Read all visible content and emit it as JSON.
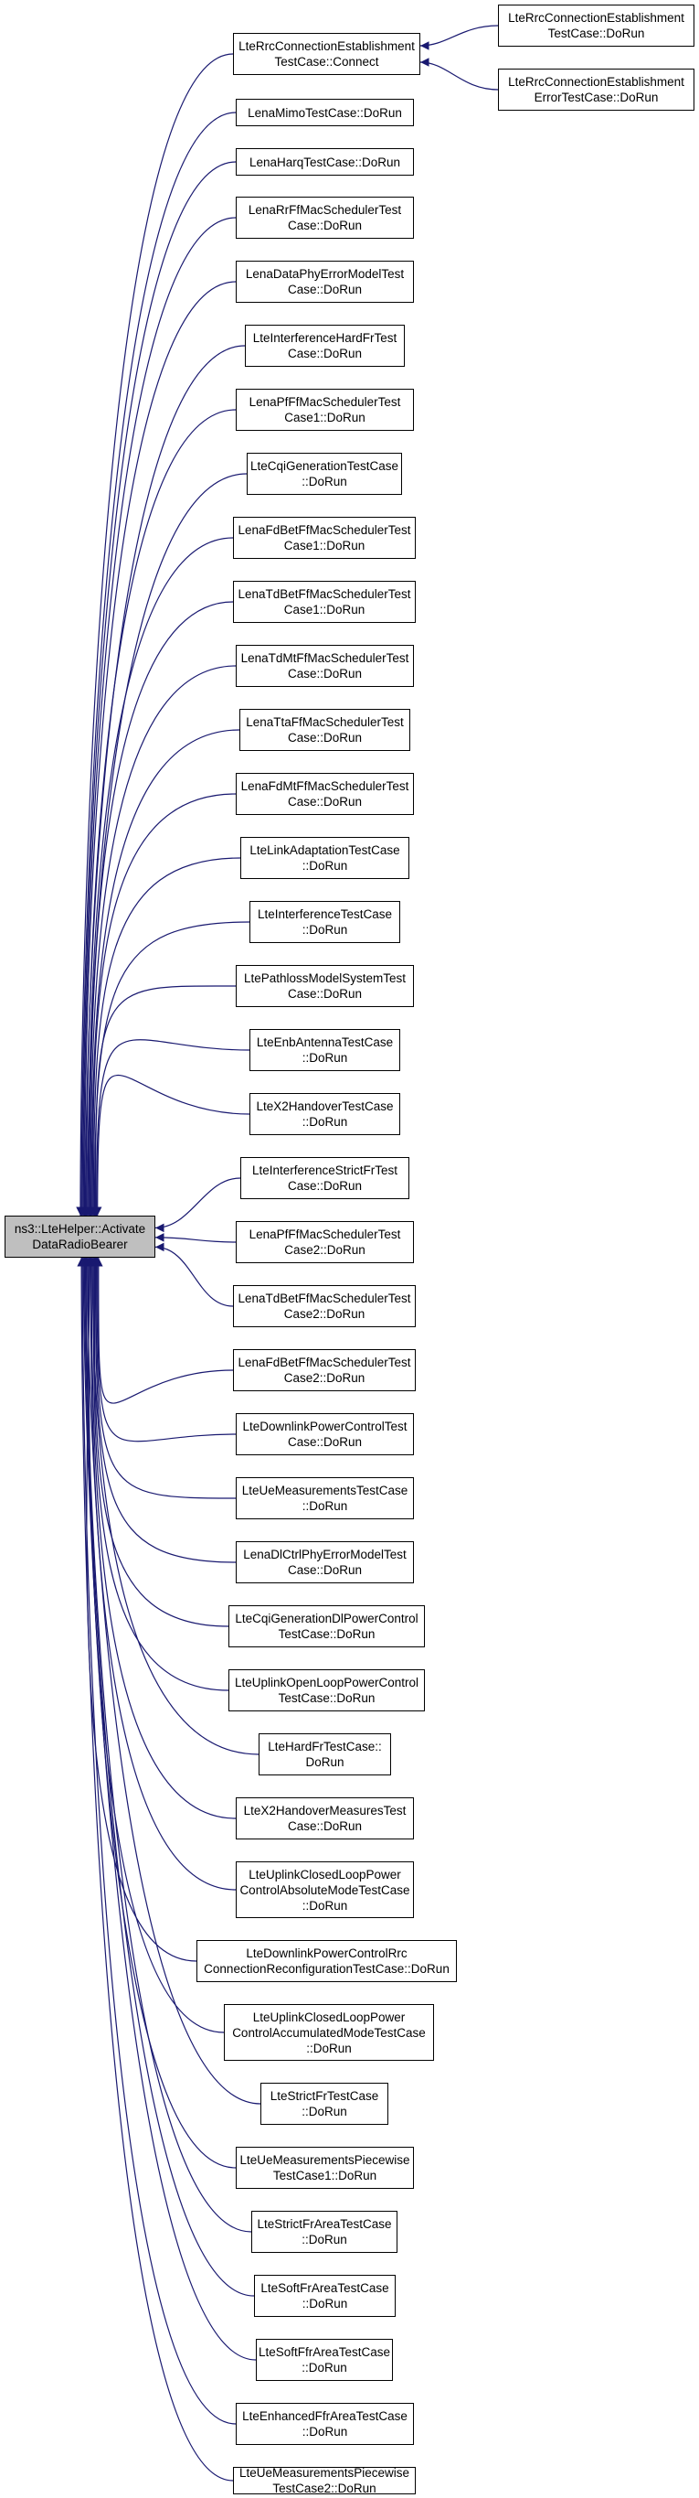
{
  "colors": {
    "edge": "#191970",
    "root_fill": "#bfbfbf",
    "node_fill": "#ffffff",
    "border": "#000000"
  },
  "root": {
    "lines": [
      "ns3::LteHelper::Activate",
      "DataRadioBearer"
    ]
  },
  "callers": [
    {
      "lines": [
        "LteRrcConnectionEstablishment",
        "TestCase::Connect"
      ]
    },
    {
      "lines": [
        "LenaMimoTestCase::DoRun"
      ]
    },
    {
      "lines": [
        "LenaHarqTestCase::DoRun"
      ]
    },
    {
      "lines": [
        "LenaRrFfMacSchedulerTest",
        "Case::DoRun"
      ]
    },
    {
      "lines": [
        "LenaDataPhyErrorModelTest",
        "Case::DoRun"
      ]
    },
    {
      "lines": [
        "LteInterferenceHardFrTest",
        "Case::DoRun"
      ]
    },
    {
      "lines": [
        "LenaPfFfMacSchedulerTest",
        "Case1::DoRun"
      ]
    },
    {
      "lines": [
        "LteCqiGenerationTestCase",
        "::DoRun"
      ]
    },
    {
      "lines": [
        "LenaFdBetFfMacSchedulerTest",
        "Case1::DoRun"
      ]
    },
    {
      "lines": [
        "LenaTdBetFfMacSchedulerTest",
        "Case1::DoRun"
      ]
    },
    {
      "lines": [
        "LenaTdMtFfMacSchedulerTest",
        "Case::DoRun"
      ]
    },
    {
      "lines": [
        "LenaTtaFfMacSchedulerTest",
        "Case::DoRun"
      ]
    },
    {
      "lines": [
        "LenaFdMtFfMacSchedulerTest",
        "Case::DoRun"
      ]
    },
    {
      "lines": [
        "LteLinkAdaptationTestCase",
        "::DoRun"
      ]
    },
    {
      "lines": [
        "LteInterferenceTestCase",
        "::DoRun"
      ]
    },
    {
      "lines": [
        "LtePathlossModelSystemTest",
        "Case::DoRun"
      ]
    },
    {
      "lines": [
        "LteEnbAntennaTestCase",
        "::DoRun"
      ]
    },
    {
      "lines": [
        "LteX2HandoverTestCase",
        "::DoRun"
      ]
    },
    {
      "lines": [
        "LteInterferenceStrictFrTest",
        "Case::DoRun"
      ]
    },
    {
      "lines": [
        "LenaPfFfMacSchedulerTest",
        "Case2::DoRun"
      ]
    },
    {
      "lines": [
        "LenaTdBetFfMacSchedulerTest",
        "Case2::DoRun"
      ]
    },
    {
      "lines": [
        "LenaFdBetFfMacSchedulerTest",
        "Case2::DoRun"
      ]
    },
    {
      "lines": [
        "LteDownlinkPowerControlTest",
        "Case::DoRun"
      ]
    },
    {
      "lines": [
        "LteUeMeasurementsTestCase",
        "::DoRun"
      ]
    },
    {
      "lines": [
        "LenaDlCtrlPhyErrorModelTest",
        "Case::DoRun"
      ]
    },
    {
      "lines": [
        "LteCqiGenerationDlPowerControl",
        "TestCase::DoRun"
      ]
    },
    {
      "lines": [
        "LteUplinkOpenLoopPowerControl",
        "TestCase::DoRun"
      ]
    },
    {
      "lines": [
        "LteHardFrTestCase::",
        "DoRun"
      ]
    },
    {
      "lines": [
        "LteX2HandoverMeasuresTest",
        "Case::DoRun"
      ]
    },
    {
      "lines": [
        "LteUplinkClosedLoopPower",
        "ControlAbsoluteModeTestCase",
        "::DoRun"
      ]
    },
    {
      "lines": [
        "LteDownlinkPowerControlRrc",
        "ConnectionReconfigurationTestCase::DoRun"
      ]
    },
    {
      "lines": [
        "LteUplinkClosedLoopPower",
        "ControlAccumulatedModeTestCase",
        "::DoRun"
      ]
    },
    {
      "lines": [
        "LteStrictFrTestCase",
        "::DoRun"
      ]
    },
    {
      "lines": [
        "LteUeMeasurementsPiecewise",
        "TestCase1::DoRun"
      ]
    },
    {
      "lines": [
        "LteStrictFrAreaTestCase",
        "::DoRun"
      ]
    },
    {
      "lines": [
        "LteSoftFrAreaTestCase",
        "::DoRun"
      ]
    },
    {
      "lines": [
        "LteSoftFfrAreaTestCase",
        "::DoRun"
      ]
    },
    {
      "lines": [
        "LteEnhancedFfrAreaTestCase",
        "::DoRun"
      ]
    },
    {
      "lines": [
        "LteUeMeasurementsPiecewise",
        "TestCase2::DoRun"
      ]
    }
  ],
  "second_level": [
    {
      "lines": [
        "LteRrcConnectionEstablishment",
        "TestCase::DoRun"
      ]
    },
    {
      "lines": [
        "LteRrcConnectionEstablishment",
        "ErrorTestCase::DoRun"
      ]
    }
  ]
}
